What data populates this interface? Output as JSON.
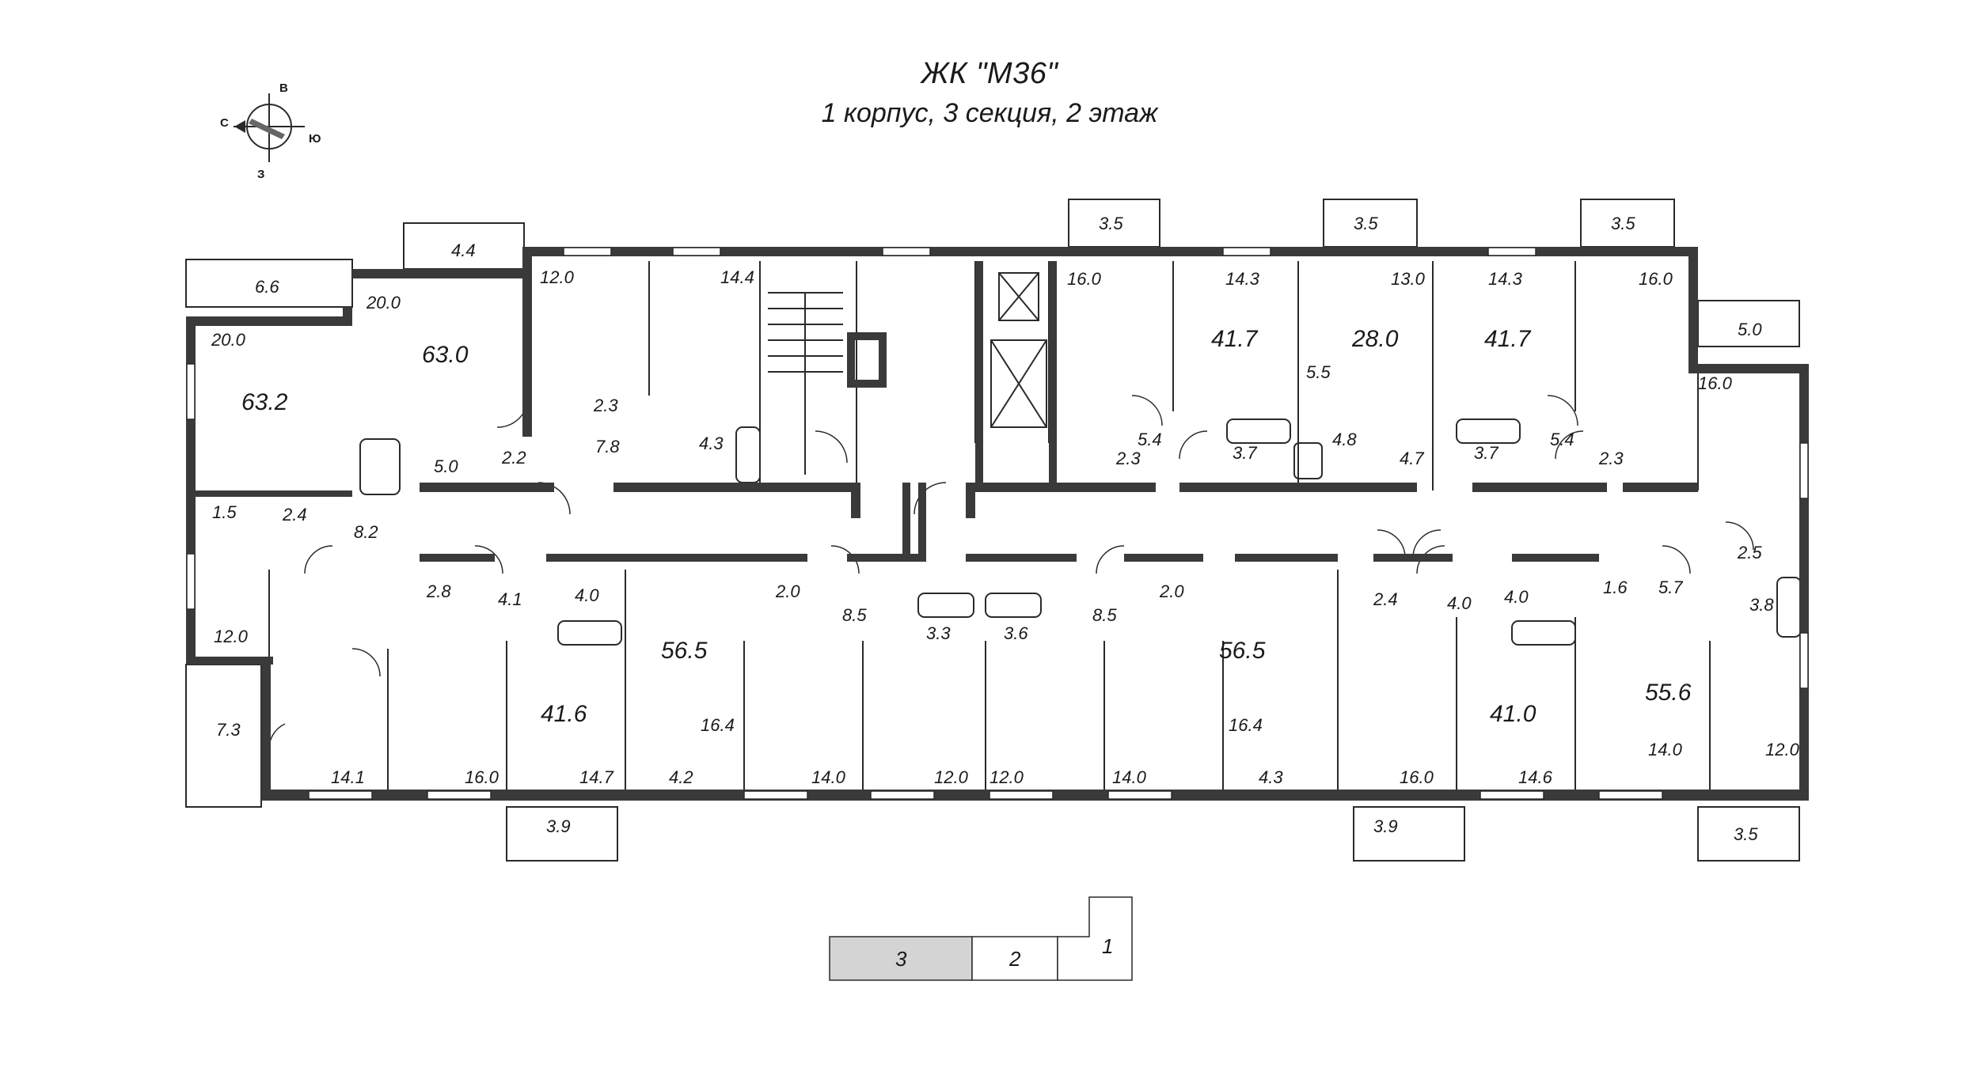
{
  "header": {
    "title": "ЖК \"М36\"",
    "subtitle": "1 корпус, 3 секция, 2 этаж"
  },
  "compass": {
    "north": "С",
    "east": "В",
    "south": "Ю",
    "west": "З"
  },
  "apartments": [
    {
      "label": "63.2",
      "rooms": [
        "6.6",
        "20.0",
        "1.5",
        "2.4",
        "8.2",
        "12.0",
        "7.3",
        "14.1"
      ]
    },
    {
      "label": "63.0",
      "rooms": [
        "4.4",
        "20.0",
        "5.0",
        "2.2",
        "2.8",
        "4.1",
        "4.0",
        "16.0",
        "14.7",
        "3.9"
      ]
    },
    {
      "label": "",
      "rooms": [
        "12.0",
        "14.4",
        "2.3",
        "7.8",
        "4.3"
      ]
    },
    {
      "label": "41.6",
      "rooms": []
    },
    {
      "label": "56.5",
      "rooms": [
        "2.0",
        "8.5",
        "16.4",
        "4.2",
        "14.0",
        "3.3",
        "12.0"
      ]
    },
    {
      "label": "56.5",
      "rooms": [
        "3.6",
        "12.0",
        "8.5",
        "2.0",
        "14.0",
        "16.4",
        "4.3"
      ]
    },
    {
      "label": "41.7",
      "rooms": [
        "3.5",
        "16.0",
        "14.3",
        "5.4",
        "2.3",
        "3.7"
      ]
    },
    {
      "label": "28.0",
      "rooms": [
        "3.5",
        "13.0",
        "5.5",
        "4.8",
        "4.7"
      ]
    },
    {
      "label": "41.7",
      "rooms": [
        "3.5",
        "14.3",
        "16.0",
        "3.7",
        "5.4",
        "2.3"
      ]
    },
    {
      "label": "41.0",
      "rooms": [
        "2.4",
        "4.0",
        "4.0",
        "16.0",
        "14.6",
        "3.9"
      ]
    },
    {
      "label": "55.6",
      "rooms": [
        "5.0",
        "16.0",
        "2.5",
        "1.6",
        "5.7",
        "3.8",
        "14.0",
        "12.0",
        "3.5"
      ]
    }
  ],
  "section_selector": [
    {
      "label": "3",
      "active": true
    },
    {
      "label": "2",
      "active": false
    },
    {
      "label": "1",
      "active": false
    }
  ],
  "colors": {
    "wall": "#3a3a3a",
    "active_section": "#d4d4d4",
    "line": "#2a2a2a"
  }
}
